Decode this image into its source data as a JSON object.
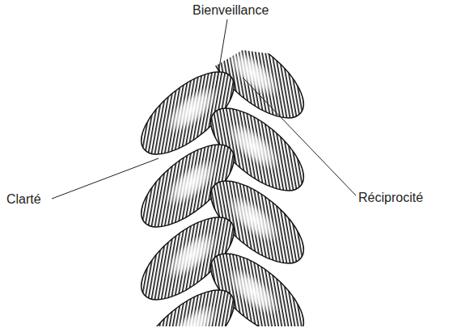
{
  "diagram": {
    "labels": [
      "Bienveillance",
      "Clarté",
      "Réciprocité"
    ]
  }
}
